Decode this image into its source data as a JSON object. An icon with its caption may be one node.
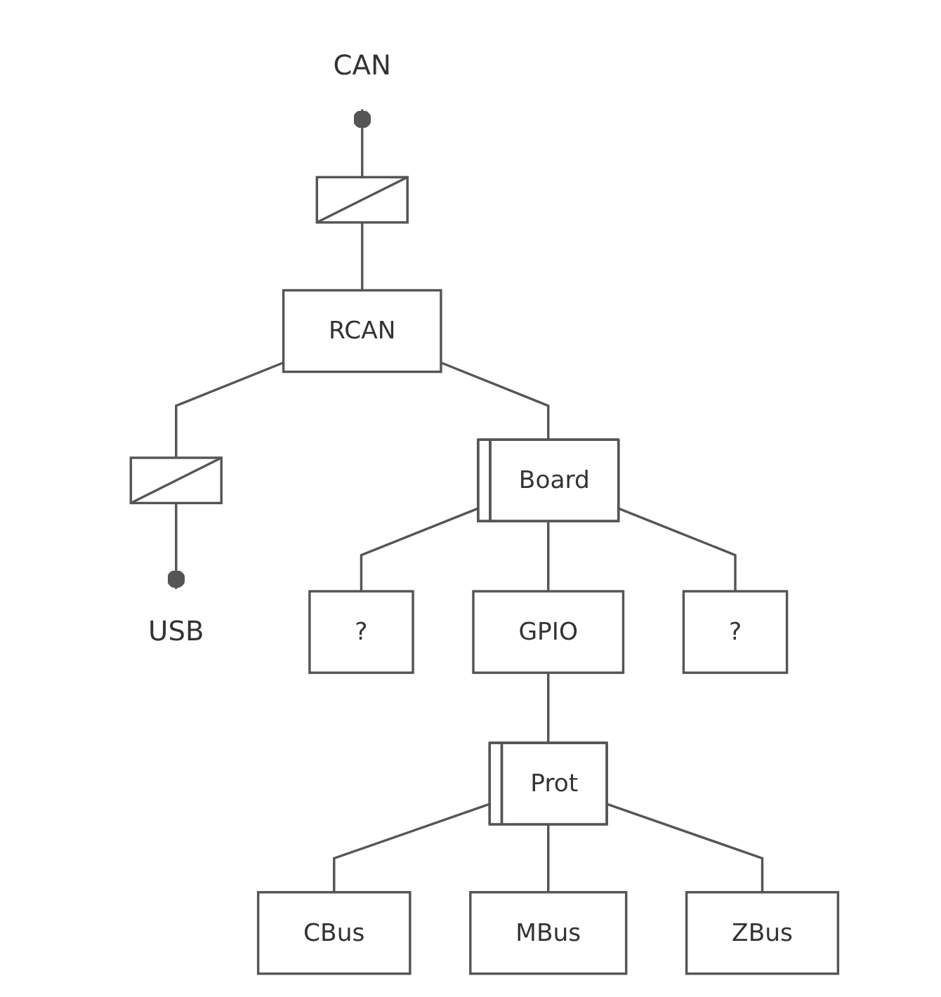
{
  "diagram": {
    "nodes": [
      {
        "text": [
          "CAN"
        ]
      },
      {
        "text": [],
        "shape": "box"
      },
      {
        "text": [
          "RCAN"
        ]
      },
      {
        "text": [],
        "shape": "box"
      },
      {
        "text": [
          "USB"
        ]
      },
      {
        "text": [
          "Board"
        ]
      },
      {
        "text": [
          "?"
        ]
      },
      {
        "text": [
          "GPIO"
        ]
      },
      {
        "text": [
          "?"
        ]
      },
      {
        "text": [
          "Prot"
        ]
      },
      {
        "text": [
          "CBus"
        ]
      },
      {
        "text": [
          "MBus"
        ]
      },
      {
        "text": [
          "ZBus"
        ]
      }
    ],
    "edges": [
      {
        "from": 0,
        "to": 1,
        "arrow": "other"
      },
      {
        "from": 1,
        "to": 2,
        "arrow": "none"
      },
      {
        "from": 2,
        "to": 3,
        "arrow": "none"
      },
      {
        "from": 3,
        "to": 4,
        "arrow": "other"
      },
      {
        "from": 2,
        "to": 5,
        "arrow": "none"
      },
      {
        "from": 5,
        "to": 6,
        "arrow": "none"
      },
      {
        "from": 5,
        "to": 7,
        "arrow": "none"
      },
      {
        "from": 5,
        "to": 8,
        "arrow": "none"
      },
      {
        "from": 7,
        "to": 9,
        "arrow": "none"
      },
      {
        "from": 9,
        "to": 10,
        "arrow": "none"
      },
      {
        "from": 9,
        "to": 11,
        "arrow": "none"
      },
      {
        "from": 9,
        "to": 12,
        "arrow": "none"
      }
    ]
  }
}
